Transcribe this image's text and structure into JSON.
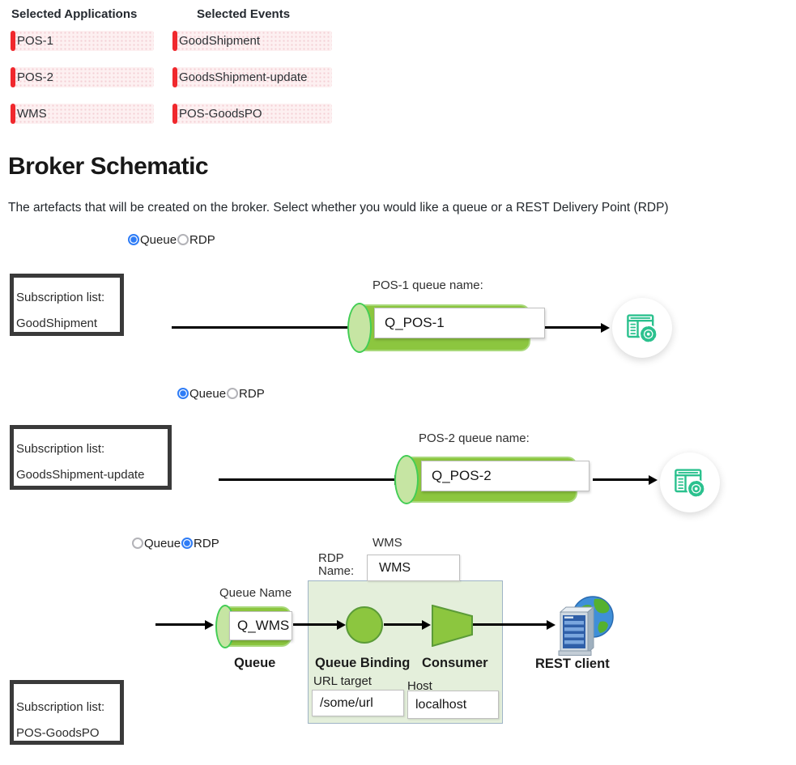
{
  "applications_panel": {
    "title": "Selected Applications",
    "items": [
      "POS-1",
      "POS-2",
      "WMS"
    ]
  },
  "events_panel": {
    "title": "Selected Events",
    "items": [
      "GoodShipment",
      "GoodsShipment-update",
      "POS-GoodsPO"
    ]
  },
  "schematic": {
    "title": "Broker Schematic",
    "description": "The artefacts that will be created on the broker. Select whether you would like a queue or a REST Delivery Point (RDP)",
    "radio": {
      "queue": "Queue",
      "rdp": "RDP"
    },
    "row1": {
      "selected_option": "Queue",
      "subscription_label": "Subscription list:",
      "subscription_value": "GoodShipment",
      "queue_name_label": "POS-1 queue name:",
      "queue_name_value": "Q_POS-1"
    },
    "row2": {
      "selected_option": "Queue",
      "subscription_label": "Subscription list:",
      "subscription_value": "GoodsShipment-update",
      "queue_name_label": "POS-2 queue name:",
      "queue_name_value": "Q_POS-2"
    },
    "row3": {
      "selected_option": "RDP",
      "subscription_label": "Subscription list:",
      "subscription_value": "POS-GoodsPO",
      "app_label": "WMS",
      "rdp_name_label": "RDP Name:",
      "rdp_name_value": "WMS",
      "queue_name_label": "Queue Name",
      "queue_value": "Q_WMS",
      "queue_caption": "Queue",
      "queue_binding_caption": "Queue Binding",
      "consumer_caption": "Consumer",
      "url_target_label": "URL target",
      "url_target_value": "/some/url",
      "host_label": "Host",
      "host_value": "localhost",
      "rest_client_caption": "REST client"
    }
  },
  "icons": {
    "consumer_app_icon": "app-window-gear-icon",
    "rest_client_icon": "server-globe-icon"
  },
  "colors": {
    "item_accent_red": "#f0282d",
    "item_bg_pink": "#fdf0f1",
    "radio_selected_blue": "#2e7cf6",
    "queue_green": "#8cc63f",
    "queue_cap_green": "#c6e5a3",
    "queue_cap_outline": "#43cd55",
    "icon_teal": "#2bc18e",
    "rdp_box_bg": "#e4efdb",
    "rdp_box_border": "#9fb4c6"
  }
}
